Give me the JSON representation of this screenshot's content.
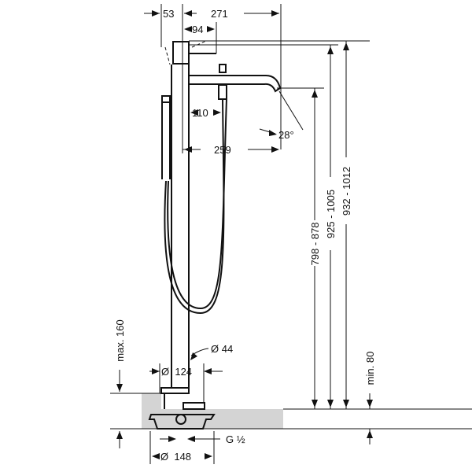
{
  "title": "Freestanding bath mixer dimension drawing",
  "dimensions": {
    "d53": "53",
    "d271": "271",
    "d94": "94",
    "d110": "110",
    "d259": "259",
    "angle": "28°",
    "h798": "798 - 878",
    "h925": "925 - 1005",
    "h932": "932 - 1012",
    "max160": "max. 160",
    "min80": "min. 80",
    "dia44": "Ø 44",
    "dia124": "Ø  124",
    "g12": "G ½",
    "dia148": "Ø  148"
  },
  "colors": {
    "line": "#111111",
    "floor": "#d4d4d4"
  }
}
